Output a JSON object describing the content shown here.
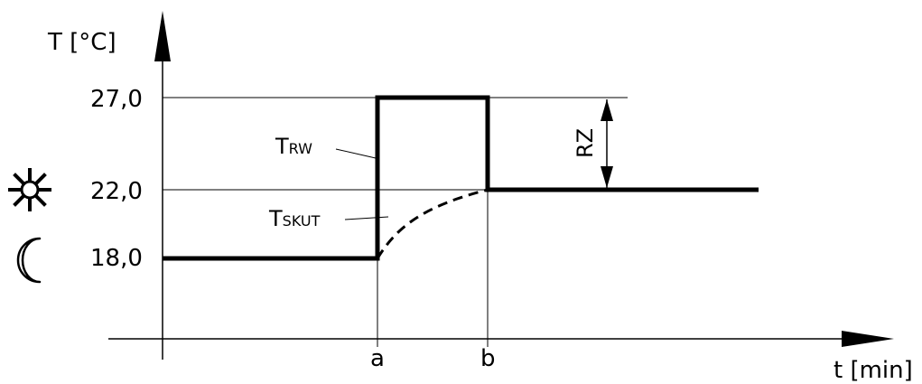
{
  "diagram": {
    "y_axis_label": "T [°C]",
    "x_axis_label": "t [min]",
    "y_ticks": [
      "27,0",
      "22,0",
      "18,0"
    ],
    "x_ticks": [
      "a",
      "b"
    ],
    "curve_trw": {
      "main": "T",
      "sub": "RW"
    },
    "curve_tskut": {
      "main": "T",
      "sub": "SKUT"
    },
    "range_label": "RZ",
    "icons": [
      "sun-icon",
      "moon-icon"
    ]
  }
}
